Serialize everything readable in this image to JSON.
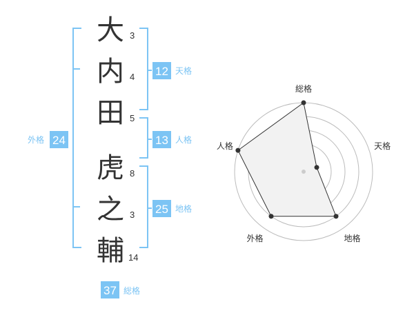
{
  "name": {
    "characters": [
      {
        "char": "大",
        "strokes": "3"
      },
      {
        "char": "内",
        "strokes": "4"
      },
      {
        "char": "田",
        "strokes": "5"
      },
      {
        "char": "虎",
        "strokes": "8"
      },
      {
        "char": "之",
        "strokes": "3"
      },
      {
        "char": "輔",
        "strokes": "14"
      }
    ]
  },
  "fortunes": {
    "tenkaku": {
      "value": "12",
      "label": "天格"
    },
    "jinkaku": {
      "value": "13",
      "label": "人格"
    },
    "chikaku": {
      "value": "25",
      "label": "地格"
    },
    "gaikaku": {
      "value": "24",
      "label": "外格"
    },
    "soukaku": {
      "value": "37",
      "label": "総格"
    }
  },
  "colors": {
    "accent": "#7cc4f4",
    "text": "#333333",
    "ring": "#bbbbbb",
    "fill": "#f2f2f2"
  },
  "chart_data": {
    "type": "radar",
    "axes": [
      "総格",
      "天格",
      "地格",
      "外格",
      "人格"
    ],
    "values": [
      5,
      1,
      4,
      4,
      5
    ],
    "max": 5,
    "rings": 5
  }
}
